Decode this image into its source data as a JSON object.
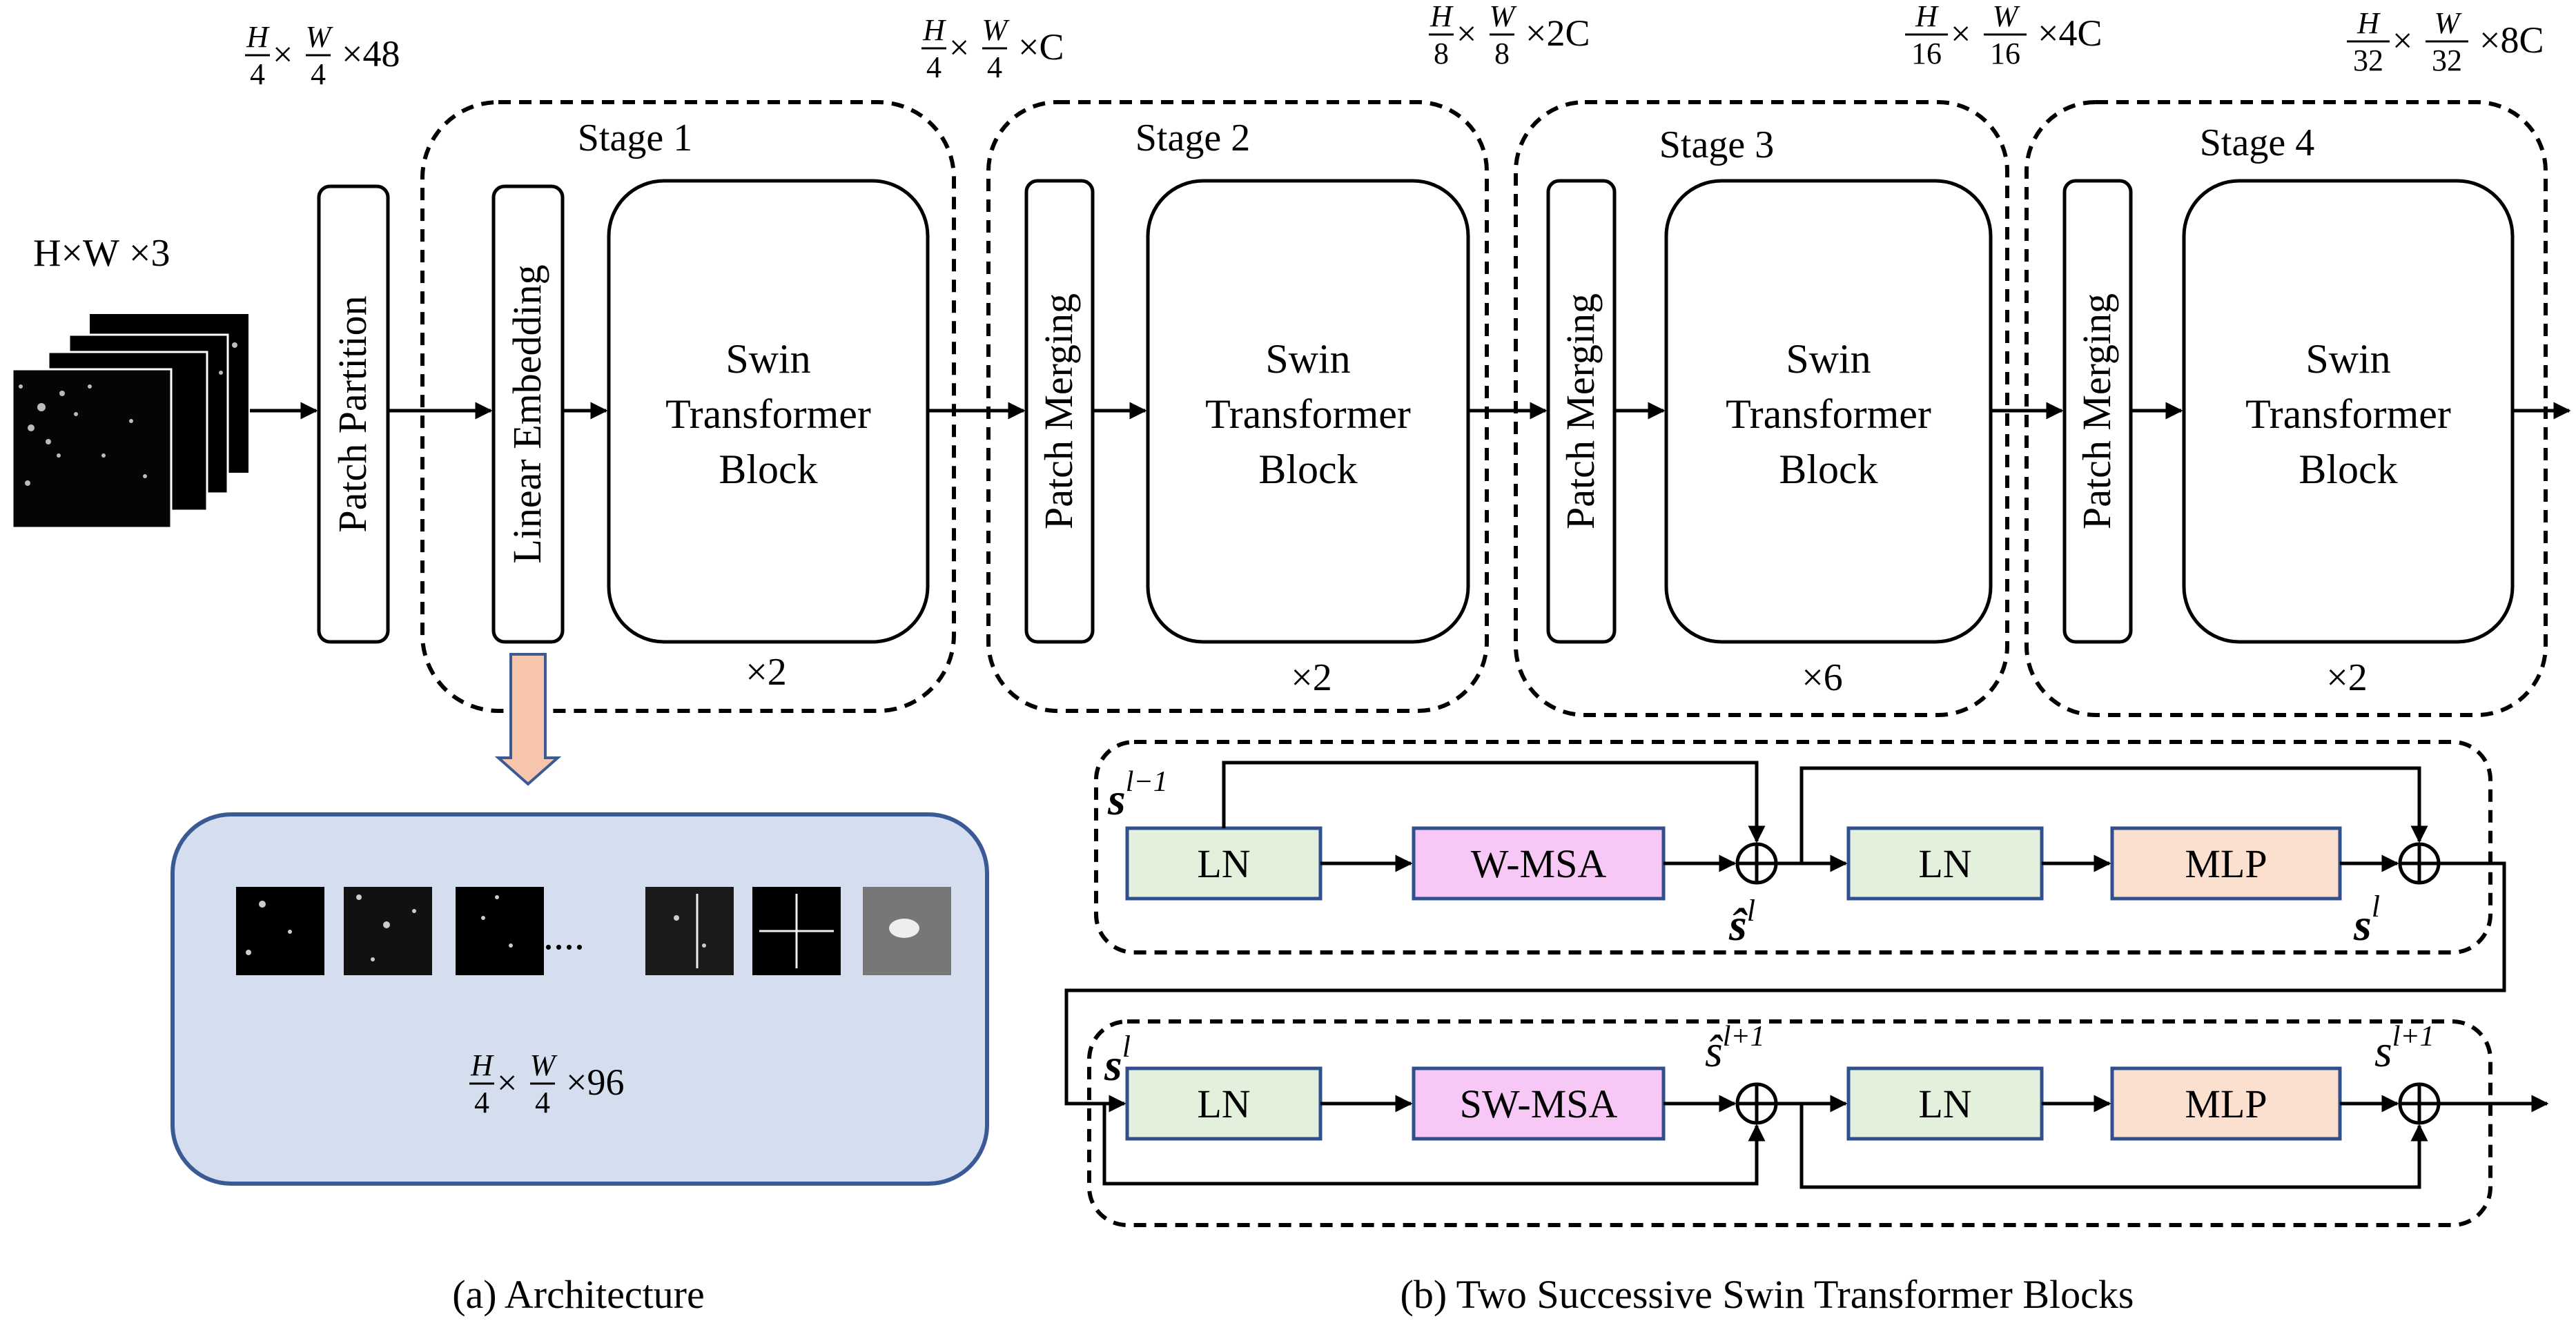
{
  "input": {
    "label_H": "H",
    "label_W": "W",
    "label_3": "3",
    "times": "×"
  },
  "architecture": {
    "patch_partition": "Patch Partition",
    "linear_embedding": "Linear Embedding",
    "patch_merging": "Patch Merging",
    "block_lines": [
      "Swin",
      "Transformer",
      "Block"
    ],
    "stages": [
      {
        "label": "Stage 1",
        "repeat": "×2"
      },
      {
        "label": "Stage 2",
        "repeat": "×2"
      },
      {
        "label": "Stage 3",
        "repeat": "×6"
      },
      {
        "label": "Stage 4",
        "repeat": "×2"
      }
    ],
    "dims": [
      {
        "num": "H",
        "den": "4",
        "num2": "W",
        "den2": "4",
        "ch": "×48"
      },
      {
        "num": "H",
        "den": "4",
        "num2": "W",
        "den2": "4",
        "ch": "×C"
      },
      {
        "num": "H",
        "den": "8",
        "num2": "W",
        "den2": "8",
        "ch": "×2C"
      },
      {
        "num": "H",
        "den": "16",
        "num2": "W",
        "den2": "16",
        "ch": "×4C"
      },
      {
        "num": "H",
        "den": "32",
        "num2": "W",
        "den2": "32",
        "ch": "×8C"
      }
    ],
    "embed_dims": {
      "num": "H",
      "den": "4",
      "num2": "W",
      "den2": "4",
      "ch": "×96"
    },
    "dots": "......",
    "caption": "(a) Architecture"
  },
  "blocks": {
    "ln": "LN",
    "wmsa": "W-MSA",
    "swmsa": "SW-MSA",
    "mlp": "MLP",
    "sym_s": "s",
    "sym_l": "l",
    "sym_lm1": "l−1",
    "sym_lp1": "l+1",
    "caption": "(b) Two Successive Swin Transformer Blocks"
  },
  "colors": {
    "ln_fill": "#e3f1dc",
    "ln_stroke": "#2f4f8f",
    "msa_fill": "#f7c8f5",
    "mlp_fill": "#fbe0cf",
    "panel_fill": "#d5deef",
    "panel_stroke": "#3a5a95",
    "arrow_fill": "#f6c5ac",
    "arrow_stroke": "#3a5a95"
  }
}
